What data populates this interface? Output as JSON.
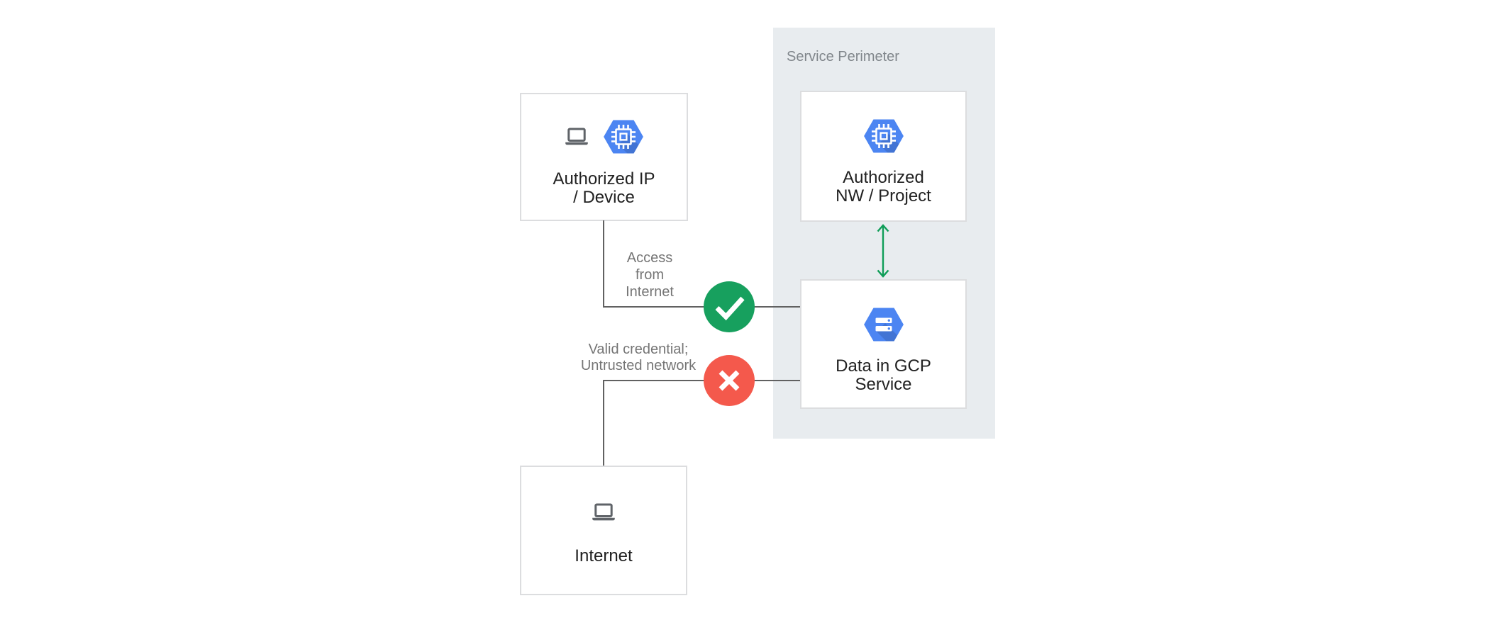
{
  "service_perimeter": {
    "label": "Service Perimeter"
  },
  "nodes": {
    "authorized_ip_device": {
      "line1": "Authorized IP",
      "line2": "/ Device"
    },
    "authorized_nw_project": {
      "line1": "Authorized",
      "line2": "NW / Project"
    },
    "data_in_gcp_service": {
      "line1": "Data in GCP",
      "line2": "Service"
    },
    "internet": {
      "line1": "Internet"
    }
  },
  "edges": {
    "access_from_internet": {
      "line1": "Access",
      "line2": "from",
      "line3": "Internet",
      "status": "allowed",
      "badge_icon": "check-icon"
    },
    "untrusted_network": {
      "line1": "Valid credential;",
      "line2": "Untrusted network",
      "status": "denied",
      "badge_icon": "cross-icon"
    },
    "nw_project_to_data": {
      "status": "bidirectional",
      "badge_icon": "double-arrow-icon"
    }
  },
  "icons": {
    "laptop": "laptop-icon",
    "gcp_compute_chip": "gcp-chip-hexagon-icon",
    "gcp_data_storage": "gcp-storage-hexagon-icon",
    "check": "check-icon",
    "cross": "cross-icon",
    "double_arrow": "double-arrow-icon"
  },
  "colors": {
    "panel_bg": "#E8ECEF",
    "box_border": "#DCDDDF",
    "connector_line": "#616161",
    "text_dark": "#212121",
    "text_muted": "#757575",
    "panel_label": "#80868B",
    "hexagon_blue": "#4C85F2",
    "check_green": "#17A05E",
    "arrow_green": "#0F9D58",
    "cross_red": "#F4594C",
    "laptop_gray": "#5F6368"
  }
}
